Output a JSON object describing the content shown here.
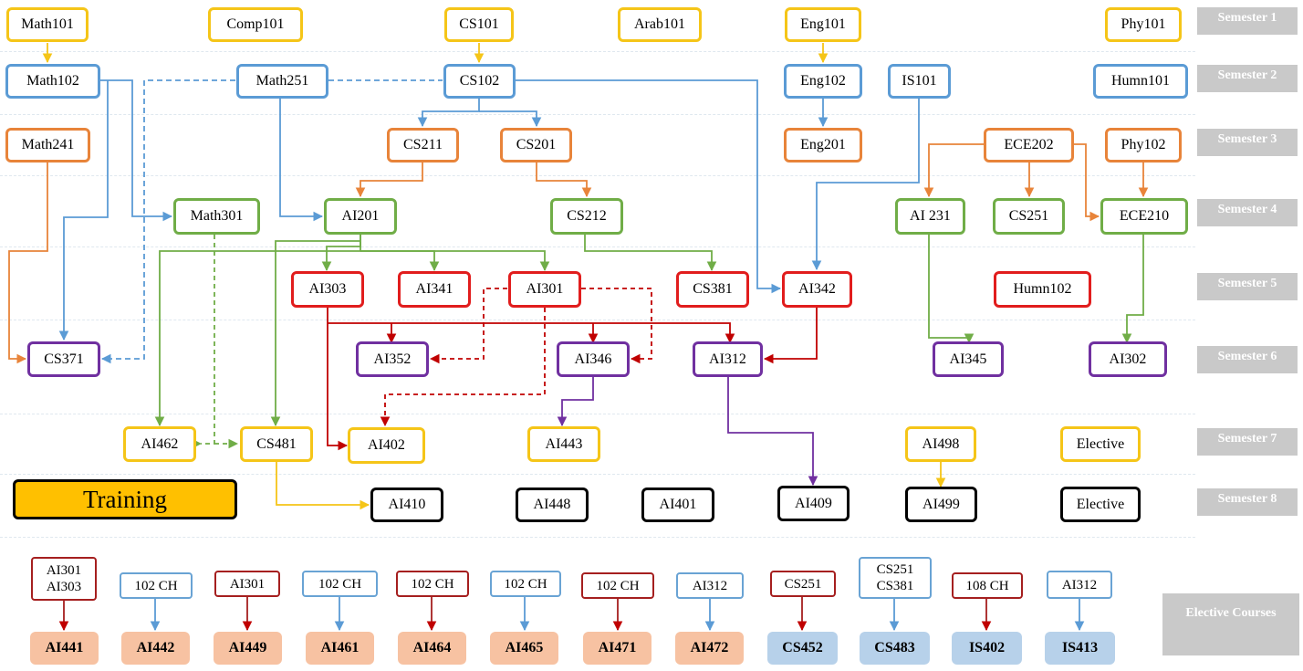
{
  "semesters": [
    "Semester 1",
    "Semester 2",
    "Semester 3",
    "Semester 4",
    "Semester 5",
    "Semester 6",
    "Semester 7",
    "Semester 8"
  ],
  "elective_label": "Elective Courses",
  "training_label": "Training",
  "colors": {
    "yellow": "#f5c518",
    "blue": "#5b9bd5",
    "orange": "#e8843a",
    "green": "#70ad47",
    "red": "#e11d1d",
    "purple": "#7030a0",
    "black": "#000000",
    "dark_red": "#a51f1f",
    "peach": "#f7c2a2",
    "light_blue": "#b7d1ea",
    "semester_tab": "#c9c9c9",
    "training": "#ffc000"
  },
  "courses": {
    "math101": "Math101",
    "comp101": "Comp101",
    "cs101": "CS101",
    "arab101": "Arab101",
    "eng101": "Eng101",
    "phy101": "Phy101",
    "math102": "Math102",
    "math251": "Math251",
    "cs102": "CS102",
    "eng102": "Eng102",
    "is101": "IS101",
    "humn101": "Humn101",
    "math241": "Math241",
    "cs211": "CS211",
    "cs201": "CS201",
    "eng201": "Eng201",
    "ece202": "ECE202",
    "phy102": "Phy102",
    "math301": "Math301",
    "ai201": "AI201",
    "cs212": "CS212",
    "ai231": "AI 231",
    "cs251": "CS251",
    "ece210": "ECE210",
    "ai303": "AI303",
    "ai341": "AI341",
    "ai301": "AI301",
    "cs381": "CS381",
    "ai342": "AI342",
    "humn102": "Humn102",
    "cs371": "CS371",
    "ai352": "AI352",
    "ai346": "AI346",
    "ai312": "AI312",
    "ai345": "AI345",
    "ai302": "AI302",
    "ai462": "AI462",
    "cs481": "CS481",
    "ai402": "AI402",
    "ai443": "AI443",
    "ai498": "AI498",
    "elective7": "Elective",
    "ai410": "AI410",
    "ai448": "AI448",
    "ai401": "AI401",
    "ai409": "AI409",
    "ai499": "AI499",
    "elective8": "Elective"
  },
  "electives": [
    {
      "prereq": [
        "AI301",
        "AI303"
      ],
      "course": "AI441"
    },
    {
      "prereq": [
        "102 CH"
      ],
      "course": "AI442"
    },
    {
      "prereq": [
        "AI301"
      ],
      "course": "AI449"
    },
    {
      "prereq": [
        "102 CH"
      ],
      "course": "AI461"
    },
    {
      "prereq": [
        "102 CH"
      ],
      "course": "AI464"
    },
    {
      "prereq": [
        "102 CH"
      ],
      "course": "AI465"
    },
    {
      "prereq": [
        "102 CH"
      ],
      "course": "AI471"
    },
    {
      "prereq": [
        "AI312"
      ],
      "course": "AI472"
    },
    {
      "prereq": [
        "CS251"
      ],
      "course": "CS452"
    },
    {
      "prereq": [
        "CS251",
        "CS381"
      ],
      "course": "CS483"
    },
    {
      "prereq": [
        "108 CH"
      ],
      "course": "IS402"
    },
    {
      "prereq": [
        "AI312"
      ],
      "course": "IS413"
    }
  ]
}
